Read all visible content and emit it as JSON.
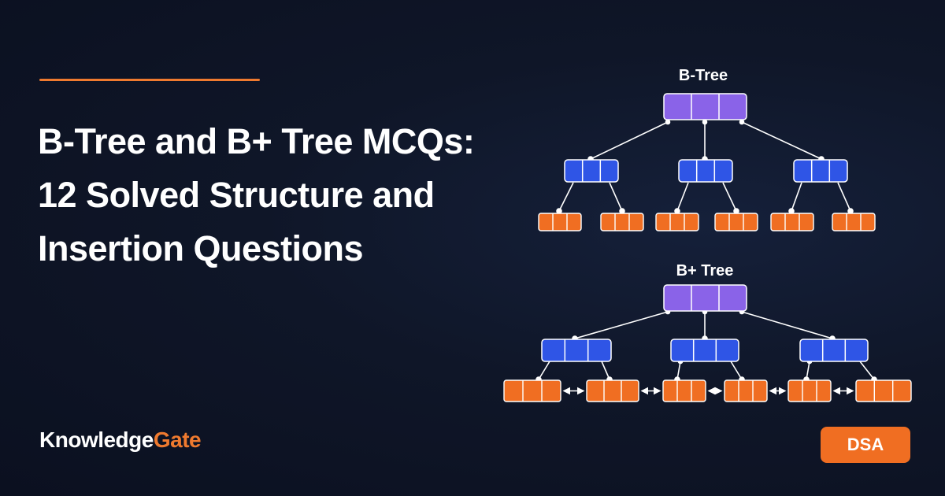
{
  "title": {
    "line1": "B-Tree and B+ Tree MCQs:",
    "line2": "12 Solved Structure and",
    "line3": "Insertion Questions"
  },
  "diagrams": {
    "btree_label": "B-Tree",
    "bplus_label": "B+ Tree"
  },
  "brand": {
    "part1": "Knowledge",
    "part2": "Gate"
  },
  "badge": "DSA",
  "colors": {
    "background": "#0f1628",
    "accent": "#ef7a2f",
    "root_node": "#8a63e8",
    "internal_node": "#2f55e6",
    "leaf_node": "#f06e22",
    "edge": "#ffffff"
  }
}
